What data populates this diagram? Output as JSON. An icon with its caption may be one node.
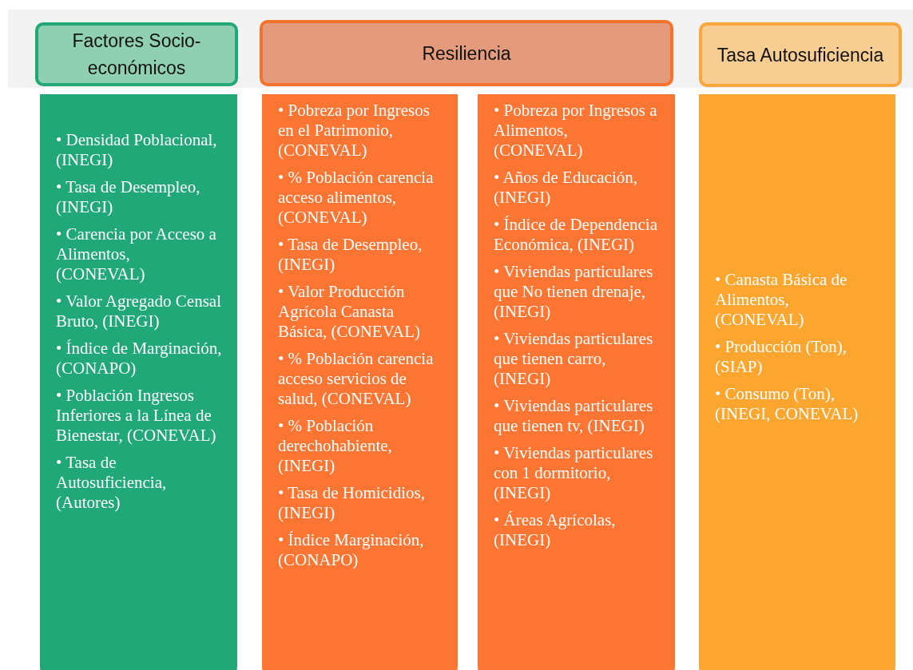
{
  "diagram": {
    "nodes": [
      {
        "text": [
          "Factores Socio-económicos"
        ]
      },
      {
        "text": [
          "Resiliencia"
        ]
      },
      {
        "text": [
          "Tasa Autosuficiencia"
        ]
      },
      {
        "text": [
          "• Densidad Poblacional, (INEGI)",
          "• Tasa de Desempleo, (INEGI)",
          "• Carencia por Acceso a Alimentos, (CONEVAL)",
          "• Valor Agregado Censal Bruto, (INEGI)",
          "• Índice de Marginación, (CONAPO)",
          "• Población Ingresos Inferiores a la Línea de Bienestar, (CONEVAL)",
          "• Tasa de Autosuficiencia, (Autores)"
        ]
      },
      {
        "text": [
          "• Pobreza por Ingresos en el Patrimonio, (CONEVAL)",
          "• % Población carencia acceso alimentos, (CONEVAL)",
          "• Tasa de Desempleo, (INEGI)",
          "• Valor Producción Agrícola Canasta Básica, (CONEVAL)",
          "• % Población carencia acceso servicios de salud, (CONEVAL)",
          "• % Población derechohabiente, (INEGI)",
          "• Tasa de Homicidios, (INEGI)",
          "• Índice Marginación, (CONAPO)"
        ]
      },
      {
        "text": [
          "• Pobreza por Ingresos a Alimentos, (CONEVAL)",
          "• Años de Educación, (INEGI)",
          "• Índice de Dependencia Económica, (INEGI)",
          "• Viviendas particulares que No tienen drenaje, (INEGI)",
          "• Viviendas particulares que tienen carro, (INEGI)",
          "• Viviendas particulares que tienen tv, (INEGI)",
          "• Viviendas particulares con 1 dormitorio, (INEGI)",
          "• Áreas Agrícolas, (INEGI)"
        ]
      },
      {
        "text": [
          "• Canasta Básica de Alimentos, (CONEVAL)",
          "• Producción (Ton), (SIAP)",
          "• Consumo (Ton), (INEGI, CONEVAL)"
        ]
      }
    ]
  }
}
